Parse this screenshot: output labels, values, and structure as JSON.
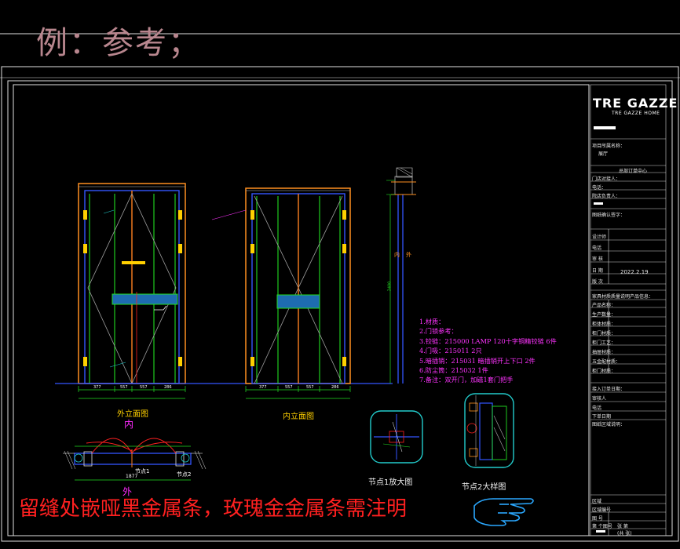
{
  "header_note": "例：参考；",
  "footer_note": "留缝处嵌哑黑金属条，玫瑰金金属条需注明",
  "title_block": {
    "logo": "TRE GAZZE",
    "logo_sub": "TRE GAZZE HOME",
    "project_name_label": "项目所属名称：",
    "project_name": "展厅",
    "order_center": "总部订单中心",
    "receiver_label": "门店对接人：",
    "phone_label": "电话：",
    "manager_label": "院店负责人：",
    "confirm_sign_label": "图纸确认签字：",
    "designer_label": "设计师",
    "phone2_label": "电话",
    "review_label": "审 核",
    "date_label": "日 期",
    "date": "2022.2.19",
    "version_label": "版 次",
    "product_info_label": "家具材质质量说明产品信息：",
    "product_name_label": "产品名称：",
    "quantity_label": "生产数量：",
    "frame_material_label": "柜体材质：",
    "door_material_label": "柜门材质：",
    "door_color_label": "柜门工艺：",
    "drawer_material_label": "抽屉材质：",
    "hardware_label": "五金配材质：",
    "door_process_label": "柜门材质：",
    "receive_date_label": "接入订单日期：",
    "reviewer_label": "审核人",
    "phone3_label": "电话",
    "issue_date_label": "下单日期",
    "drawing_confirm_label": "图纸区域说明：",
    "area_label": "区域",
    "area_name_label": "区域编号",
    "drawing_no_label": "图 号",
    "sheet_label": "张 第",
    "total_label": "(共 张)",
    "page_no_label": "第 个图号"
  },
  "drawing": {
    "outer_elevation": "外立面图",
    "inner_elevation": "内立面图",
    "node1": "节点1放大图",
    "node2": "节点2大样图",
    "inside": "内",
    "outside": "外",
    "node1_tag": "节点1",
    "node2_tag": "节点2",
    "dims_outer": [
      "377",
      "557",
      "557",
      "286"
    ],
    "dims_inner": [
      "377",
      "557",
      "557",
      "286"
    ],
    "dim_total": "1877",
    "dim_height": "2400",
    "section_label_in": "内",
    "section_label_out": "外"
  },
  "notes": [
    "1.材质：",
    "2.门锁参考：",
    "3.铰链：215000 LAMP 120十字铜精铰链 6件",
    "4.门吸：215011  2只",
    "5.暗插销：215031 暗插销开上下口 2件",
    "6.防尘筒：215032 1件",
    "7.备注：双开门，加磁1套门把手"
  ]
}
